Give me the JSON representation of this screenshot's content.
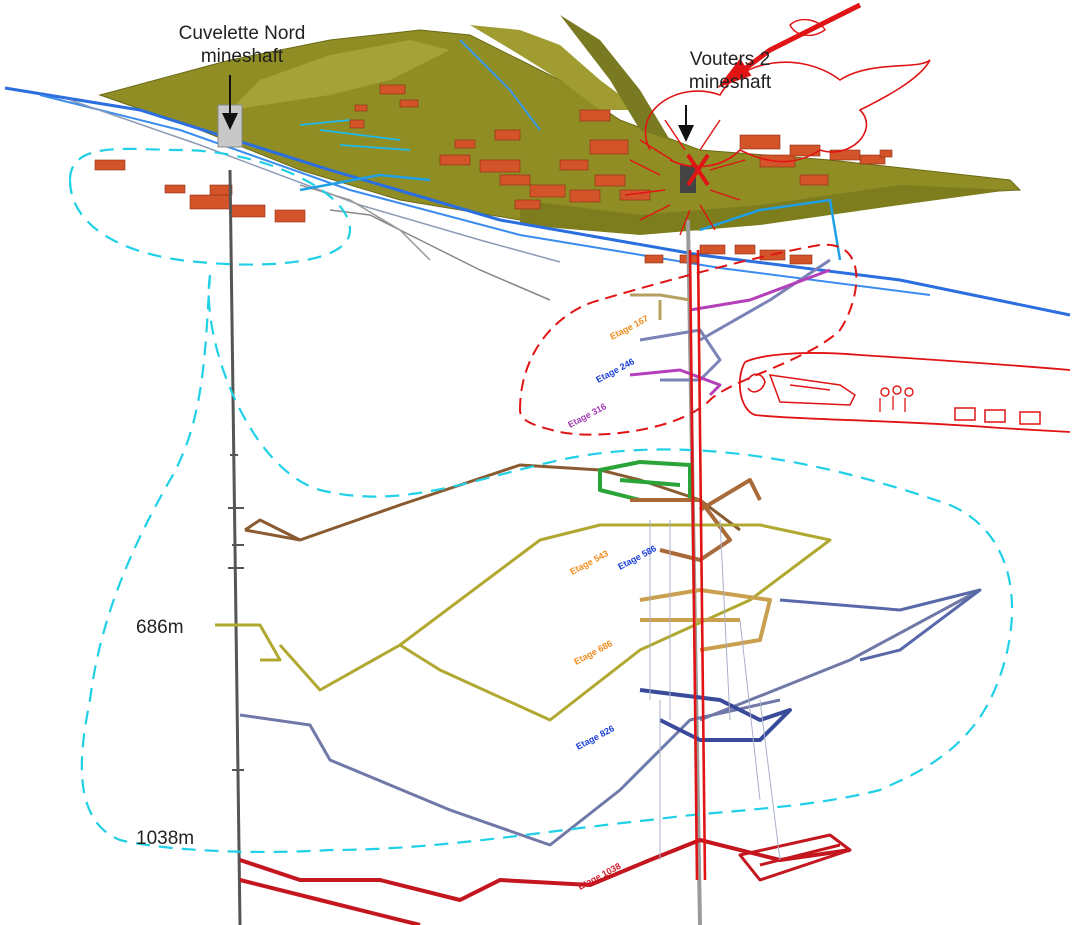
{
  "labels": {
    "cuvelette_line1": "Cuvelette Nord",
    "cuvelette_line2": "mineshaft",
    "vouters_line1": "Vouters 2",
    "vouters_line2": "mineshaft",
    "depth_686": "686m",
    "depth_1038": "1038m"
  },
  "levels": [
    {
      "label": "Etage 167",
      "color": "#f08c1c"
    },
    {
      "label": "Etage 246",
      "color": "#1a3fd8"
    },
    {
      "label": "Etage 316",
      "color": "#a23ab6"
    },
    {
      "label": "Etage 543",
      "color": "#f08c1c"
    },
    {
      "label": "Etage 586",
      "color": "#1a3fd8"
    },
    {
      "label": "Etage 686",
      "color": "#f08c1c"
    },
    {
      "label": "Etage 826",
      "color": "#1a3fd8"
    },
    {
      "label": "Etage 1038",
      "color": "#d11a2a"
    }
  ],
  "colors": {
    "terrain": "#8a8a1e",
    "roofs": "#d4542a",
    "river": "#2a6ee0",
    "annotation_cyan": "#1fd0e6",
    "annotation_red": "#e01414",
    "shaft": "#555555"
  }
}
